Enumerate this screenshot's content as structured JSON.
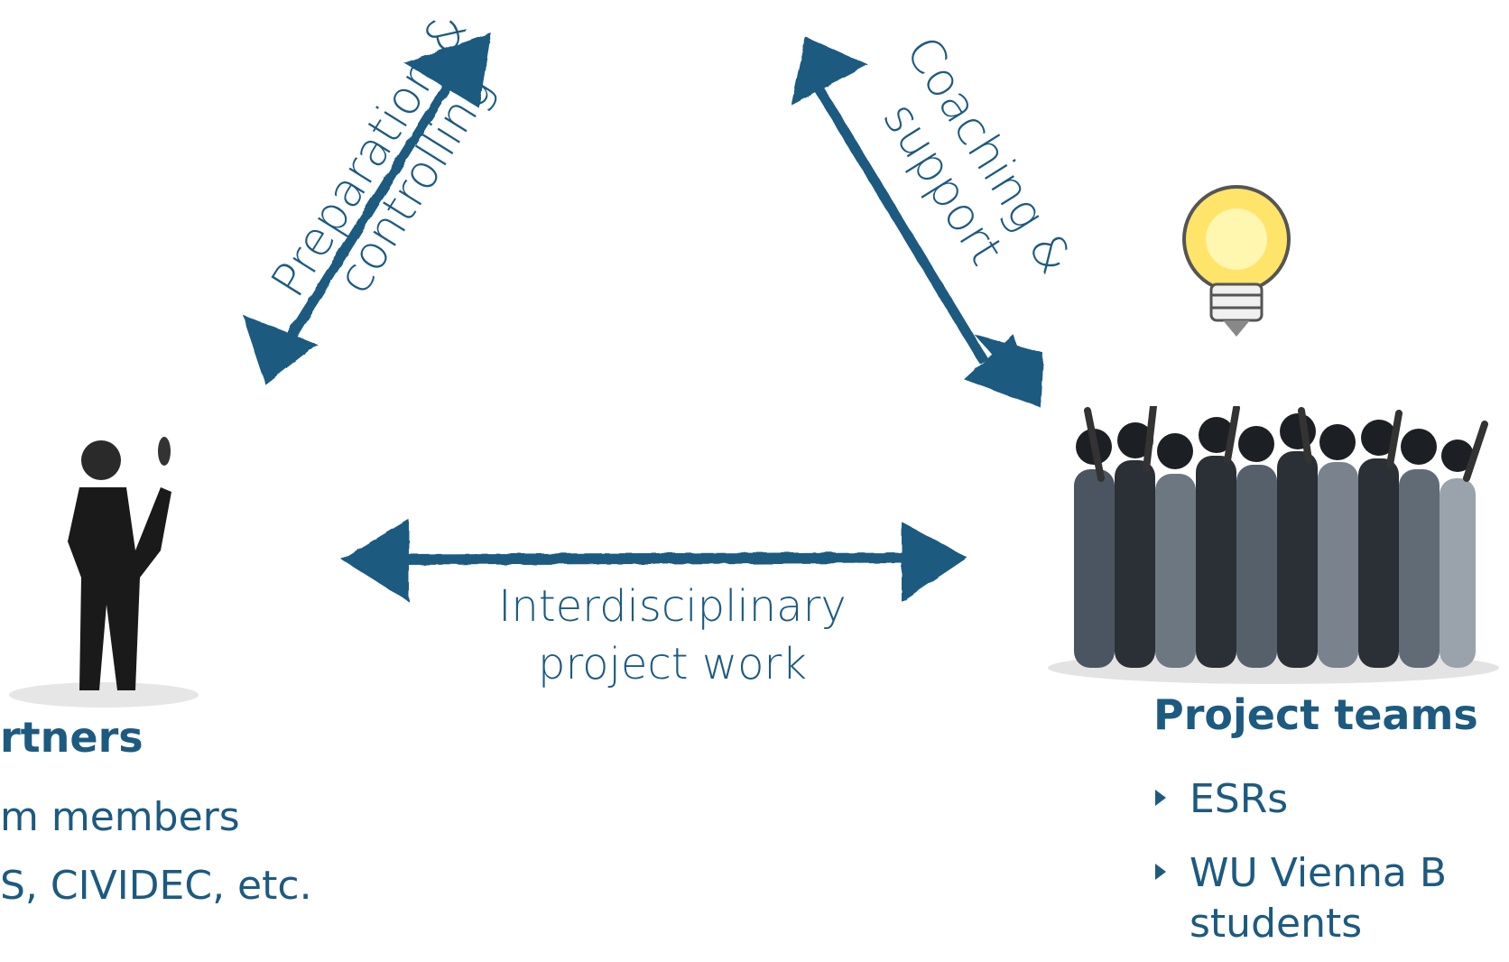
{
  "arrows": {
    "left_label_line1": "Preparation &",
    "left_label_line2": "controlling",
    "right_label_line1": "Coaching &",
    "right_label_line2": "support",
    "bottom_label_line1": "Interdisciplinary",
    "bottom_label_line2": "project work",
    "color": "#1d5a80"
  },
  "partners": {
    "heading": "rtners",
    "items": [
      "m members",
      "S, CIVIDEC, etc."
    ],
    "icon": "presenter-figure-icon"
  },
  "teams": {
    "heading": "Project teams",
    "items": [
      "ESRs",
      "WU Vienna B",
      "students"
    ],
    "icons": [
      "lightbulb-icon",
      "crowd-figures-icon"
    ]
  }
}
